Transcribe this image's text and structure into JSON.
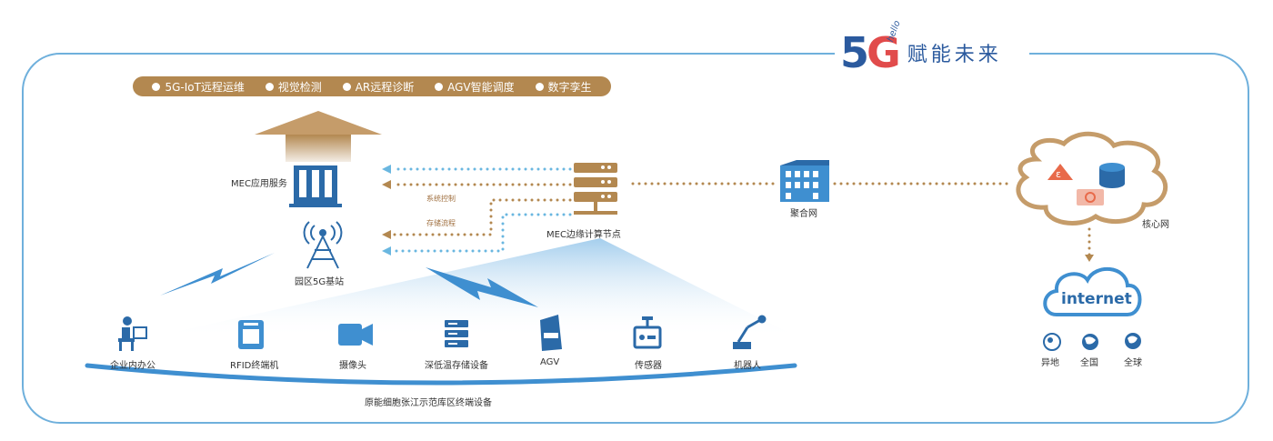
{
  "brand": {
    "big": "5G",
    "hello": "hello",
    "tagline": "赋能未来",
    "colors": {
      "blue": "#2b5a9e",
      "red": "#e14b4b"
    }
  },
  "apps": [
    "5G-IoT远程运维",
    "视觉检测",
    "AR远程诊断",
    "AGV智能调度",
    "数字孪生"
  ],
  "nodes": {
    "mec_app": "MEC应用服务",
    "base_station": "园区5G基站",
    "mec_edge": "MEC边缘计算节点",
    "aggregation": "聚合网",
    "core": "核心网",
    "internet": "internet"
  },
  "flows": {
    "system_control": "系统控制",
    "storage_flow": "存储流程"
  },
  "devices": [
    "企业内办公",
    "RFID终端机",
    "摄像头",
    "深低温存储设备",
    "AGV",
    "传感器",
    "机器人"
  ],
  "devices_caption": "原能细胞张江示范库区终端设备",
  "internet_scopes": [
    "异地",
    "全国",
    "全球"
  ],
  "colors": {
    "accent_brown": "#b38850",
    "accent_blue": "#3f8fd0",
    "frame": "#6fb0dc"
  }
}
